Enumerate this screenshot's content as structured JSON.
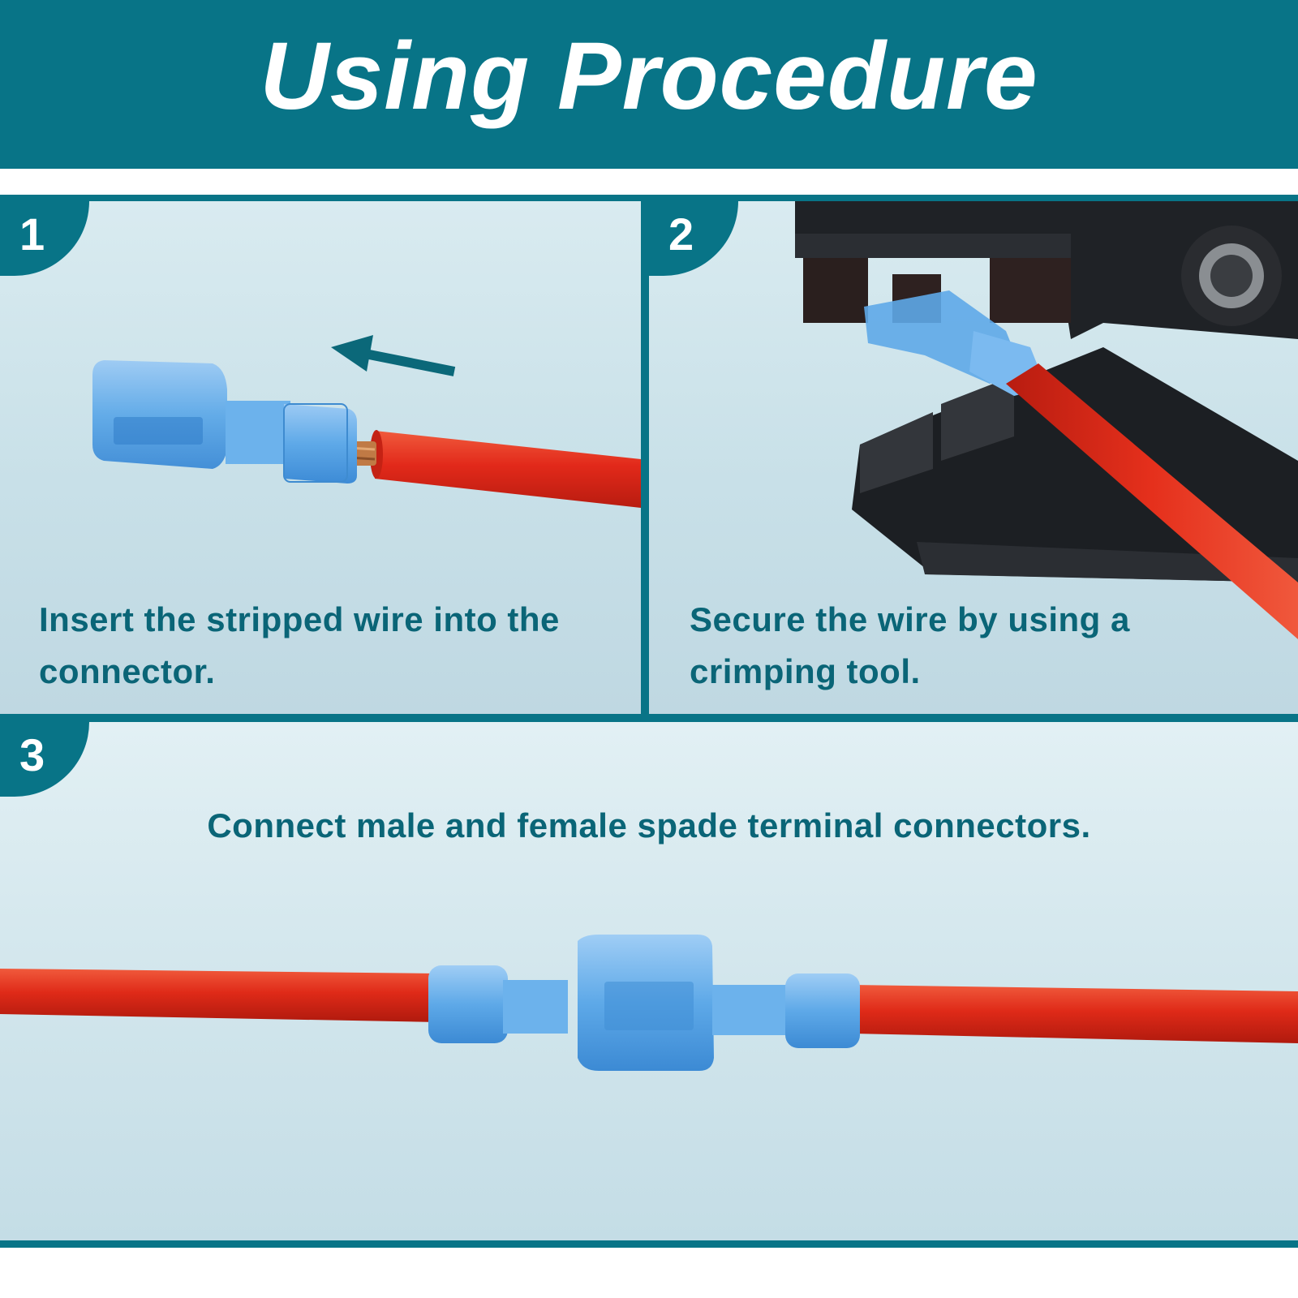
{
  "header": {
    "title": "Using Procedure"
  },
  "steps": [
    {
      "number": "1",
      "caption": "Insert the stripped wire into the connector."
    },
    {
      "number": "2",
      "caption": "Secure the wire by using a crimping tool."
    },
    {
      "number": "3",
      "caption": "Connect male and female spade terminal connectors."
    }
  ],
  "colors": {
    "accent": "#087487",
    "caption_text": "#0a6577",
    "wire_red": "#e0281a",
    "connector_blue": "#5ba8e8",
    "crimper_black": "#1e2124"
  }
}
